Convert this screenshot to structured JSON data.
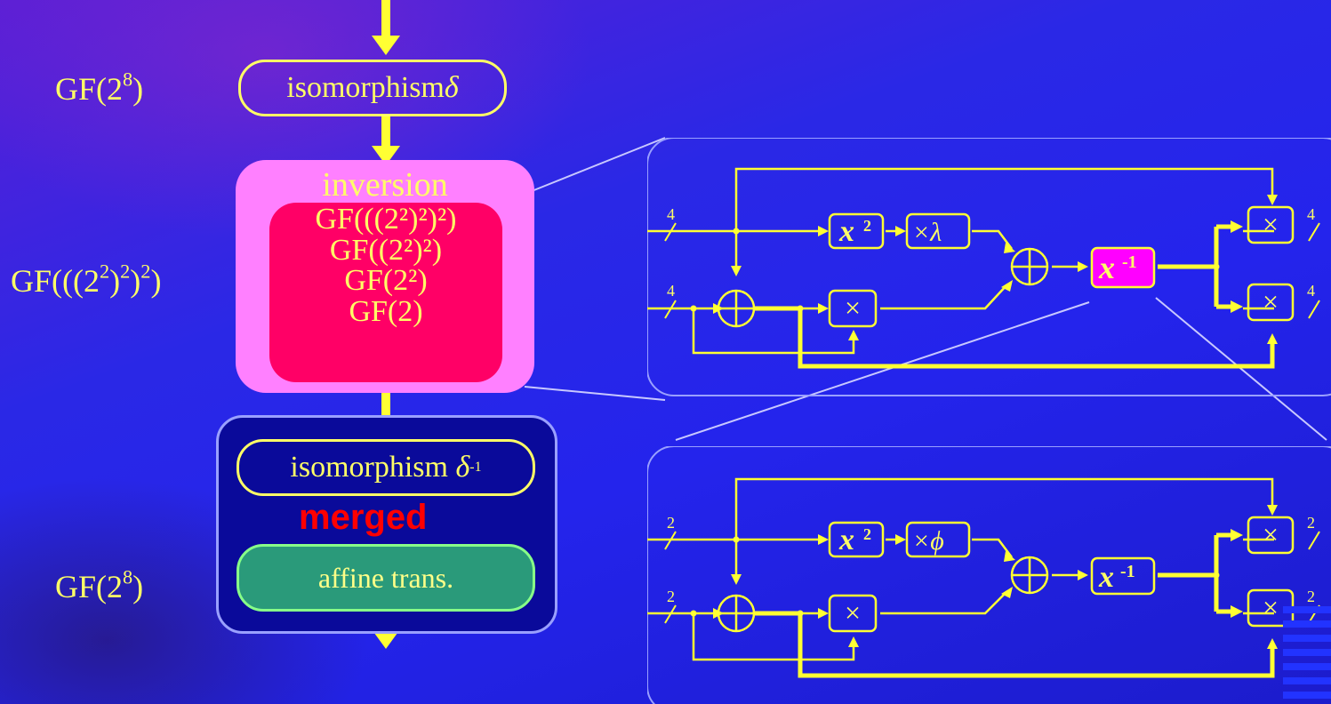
{
  "flow": {
    "gf_top": "GF(2",
    "gf_top_exp": "8",
    "gf_top_close": ")",
    "gf_mid_base": "GF(((2",
    "gf_mid_e1": "2",
    "gf_mid_p1": ")",
    "gf_mid_e2": "2",
    "gf_mid_p2": ")",
    "gf_mid_e3": "2",
    "gf_mid_p3": ")",
    "gf_bot": "GF(2",
    "gf_bot_exp": "8",
    "gf_bot_close": ")",
    "isomorphism_label": "isomorphism",
    "delta": "δ",
    "delta_inv_exp": "-1",
    "inversion_title": "inversion",
    "nested_fields": [
      "GF(((2²)²)²)",
      "GF((2²)²)",
      "GF(2²)",
      "GF(2)"
    ],
    "merged_label": "merged",
    "affine_label": "affine trans."
  },
  "circuit_top": {
    "bus_width": "4",
    "square_op": "x",
    "square_exp": "2",
    "scale_op": "×λ",
    "inverse_op": "x",
    "inverse_exp": "-1",
    "mult_symbol": "×",
    "xor_symbol": "⊕"
  },
  "circuit_bottom": {
    "bus_width": "2",
    "square_op": "x",
    "square_exp": "2",
    "scale_op": "×ϕ",
    "inverse_op": "x",
    "inverse_exp": "-1",
    "mult_symbol": "×",
    "xor_symbol": "⊕"
  },
  "colors": {
    "wire": "#ffff33",
    "highlight_inverse": "#ff00ff",
    "inversion_outer": "#ff80ff",
    "inversion_inner": "#ff0066",
    "merged_text": "#ff0000",
    "affine_fill": "#2a9a7a"
  }
}
